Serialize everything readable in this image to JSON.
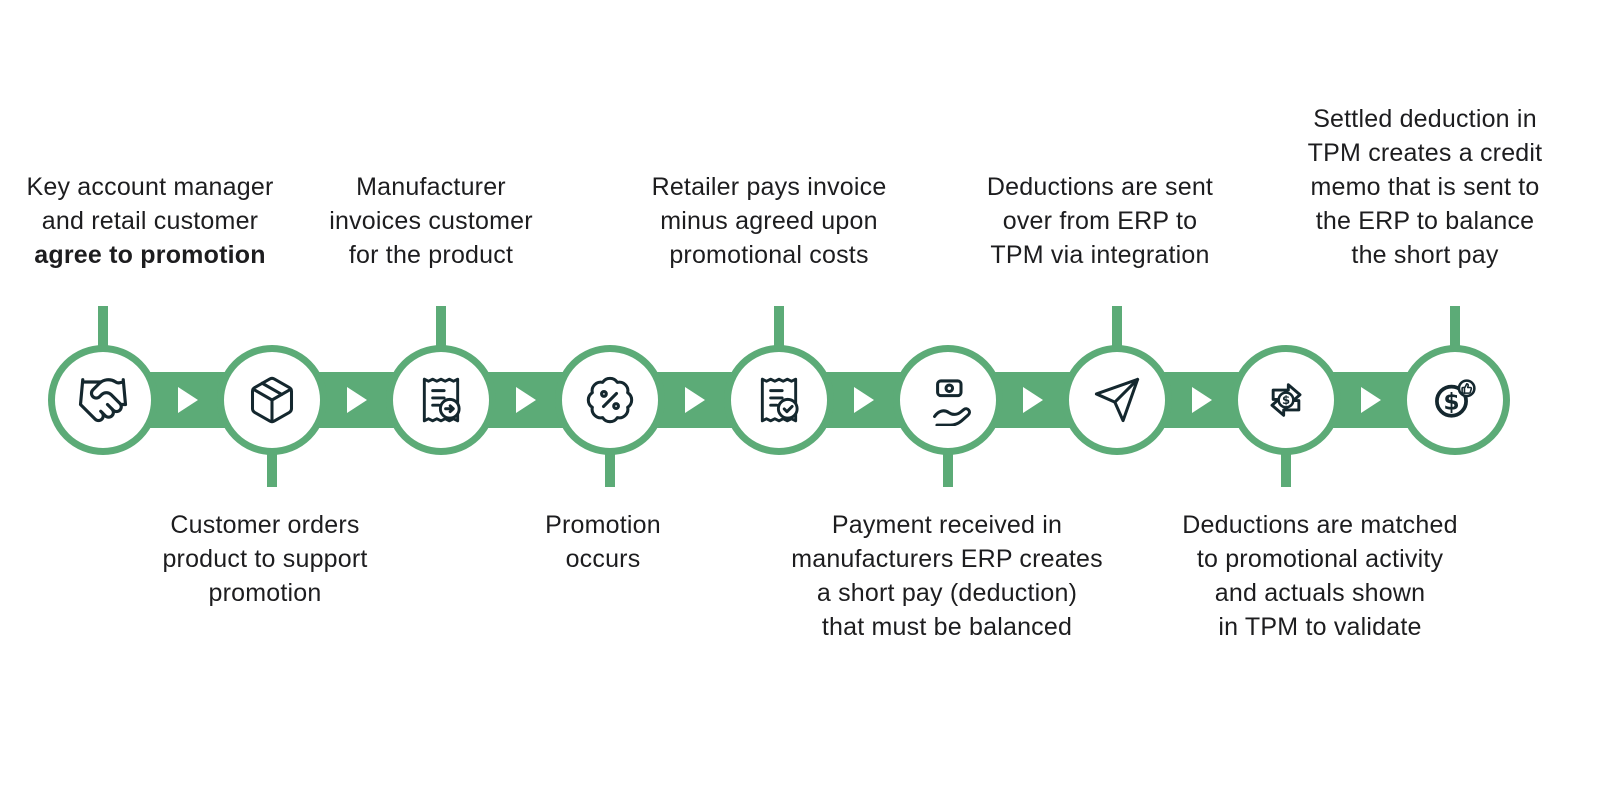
{
  "diagram": {
    "description_colors": {
      "accent_green": "#5cab77",
      "icon_ink": "#14272e",
      "text_ink": "#1d1d1f",
      "background": "#ffffff"
    },
    "dollar_glyph": "$",
    "steps": [
      {
        "icon": "handshake-icon",
        "label_position": "above",
        "lines": [
          "Key account manager",
          "and retail customer",
          "agree to promotion"
        ]
      },
      {
        "icon": "package-icon",
        "label_position": "below",
        "lines": [
          "Customer orders",
          "product to support",
          "promotion"
        ]
      },
      {
        "icon": "invoice-sent-icon",
        "label_position": "above",
        "lines": [
          "Manufacturer",
          "invoices customer",
          "for the product"
        ]
      },
      {
        "icon": "promotion-percent-icon",
        "label_position": "below",
        "lines": [
          "Promotion",
          "occurs"
        ]
      },
      {
        "icon": "invoice-paid-icon",
        "label_position": "above",
        "lines": [
          "Retailer pays invoice",
          "minus agreed upon",
          "promotional costs"
        ]
      },
      {
        "icon": "payment-received-icon",
        "label_position": "below",
        "lines": [
          "Payment received in",
          "manufacturers ERP creates",
          "a short pay (deduction)",
          "that must be balanced"
        ]
      },
      {
        "icon": "send-icon",
        "label_position": "above",
        "lines": [
          "Deductions are sent",
          "over from ERP to",
          "TPM via integration"
        ]
      },
      {
        "icon": "deduction-match-icon",
        "label_position": "below",
        "lines": [
          "Deductions are matched",
          "to promotional activity",
          "and actuals shown",
          "in TPM to validate"
        ]
      },
      {
        "icon": "settled-deduction-icon",
        "label_position": "above",
        "lines": [
          "Settled deduction in",
          "TPM creates a credit",
          "memo that is sent to",
          "the ERP to balance",
          "the short pay"
        ]
      }
    ]
  }
}
